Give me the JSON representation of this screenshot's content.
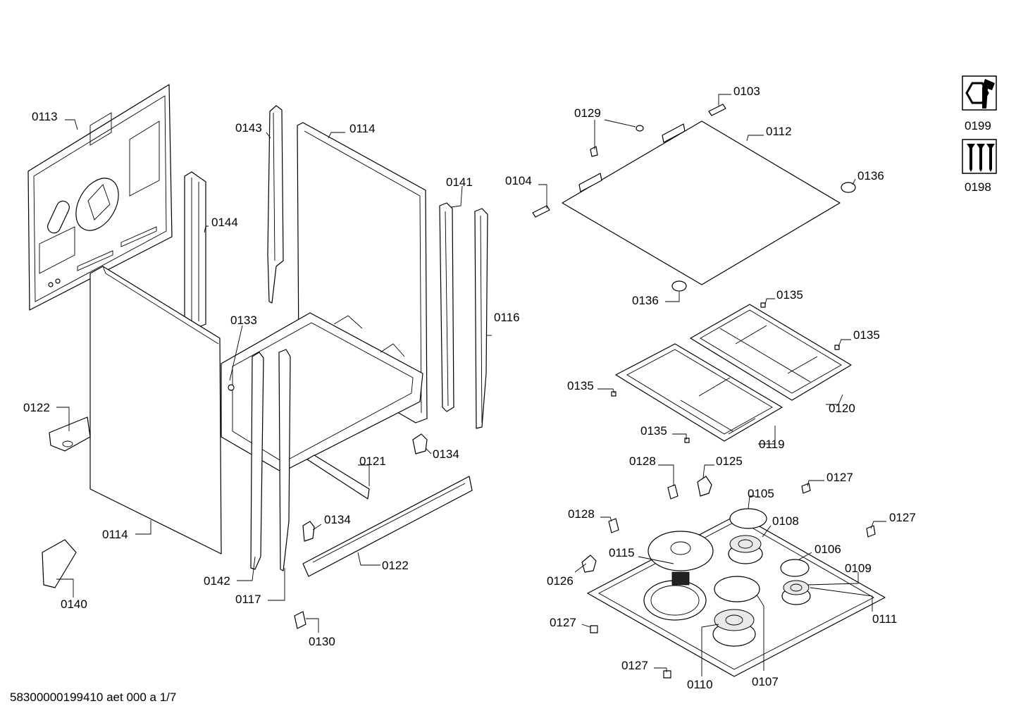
{
  "footer": {
    "code": "58300000199410 aet 000 a 1/7"
  },
  "callouts": [
    {
      "id": "c0113",
      "text": "0113"
    },
    {
      "id": "c0143",
      "text": "0143"
    },
    {
      "id": "c0114a",
      "text": "0114"
    },
    {
      "id": "c0144",
      "text": "0144"
    },
    {
      "id": "c0141",
      "text": "0141"
    },
    {
      "id": "c0133",
      "text": "0133"
    },
    {
      "id": "c0116",
      "text": "0116"
    },
    {
      "id": "c0122a",
      "text": "0122"
    },
    {
      "id": "c0134a",
      "text": "0134"
    },
    {
      "id": "c0121",
      "text": "0121"
    },
    {
      "id": "c0134b",
      "text": "0134"
    },
    {
      "id": "c0114b",
      "text": "0114"
    },
    {
      "id": "c0122b",
      "text": "0122"
    },
    {
      "id": "c0142",
      "text": "0142"
    },
    {
      "id": "c0117",
      "text": "0117"
    },
    {
      "id": "c0140",
      "text": "0140"
    },
    {
      "id": "c0130",
      "text": "0130"
    },
    {
      "id": "c0103",
      "text": "0103"
    },
    {
      "id": "c0129",
      "text": "0129"
    },
    {
      "id": "c0112",
      "text": "0112"
    },
    {
      "id": "c0104",
      "text": "0104"
    },
    {
      "id": "c0136a",
      "text": "0136"
    },
    {
      "id": "c0136b",
      "text": "0136"
    },
    {
      "id": "c0135a",
      "text": "0135"
    },
    {
      "id": "c0135b",
      "text": "0135"
    },
    {
      "id": "c0135c",
      "text": "0135"
    },
    {
      "id": "c0120",
      "text": "0120"
    },
    {
      "id": "c0135d",
      "text": "0135"
    },
    {
      "id": "c0119",
      "text": "0119"
    },
    {
      "id": "c0128a",
      "text": "0128"
    },
    {
      "id": "c0125",
      "text": "0125"
    },
    {
      "id": "c0127a",
      "text": "0127"
    },
    {
      "id": "c0105",
      "text": "0105"
    },
    {
      "id": "c0128b",
      "text": "0128"
    },
    {
      "id": "c0108",
      "text": "0108"
    },
    {
      "id": "c0127b",
      "text": "0127"
    },
    {
      "id": "c0115",
      "text": "0115"
    },
    {
      "id": "c0106",
      "text": "0106"
    },
    {
      "id": "c0126",
      "text": "0126"
    },
    {
      "id": "c0109",
      "text": "0109"
    },
    {
      "id": "c0111",
      "text": "0111"
    },
    {
      "id": "c0127c",
      "text": "0127"
    },
    {
      "id": "c0127d",
      "text": "0127"
    },
    {
      "id": "c0110",
      "text": "0110"
    },
    {
      "id": "c0107",
      "text": "0107"
    },
    {
      "id": "c0199",
      "text": "0199"
    },
    {
      "id": "c0198",
      "text": "0198"
    }
  ],
  "icons": [
    {
      "id": "tool-kit",
      "name": "wrench-nut-icon",
      "label": "0199"
    },
    {
      "id": "screw-kit",
      "name": "screws-icon",
      "label": "0198"
    }
  ]
}
